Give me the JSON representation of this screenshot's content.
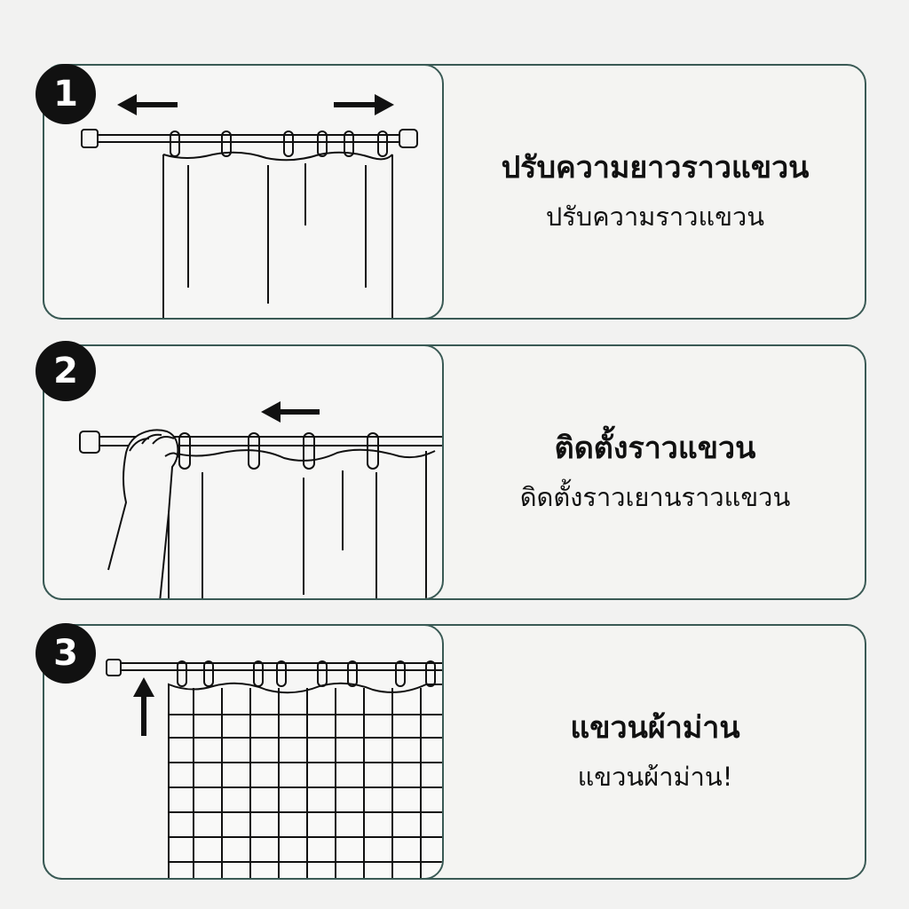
{
  "steps": [
    {
      "number": "1",
      "title": "ปรับความยาวราวแขวน",
      "subtitle": "ปรับความราวแขวน"
    },
    {
      "number": "2",
      "title": "ติดตั้งราวแขวน",
      "subtitle": "ดิดตั้งราวเยานราวแขวน"
    },
    {
      "number": "3",
      "title": "แขวนผ้าม่าน",
      "subtitle": "แขวนผ้าม่าน!"
    }
  ],
  "colors": {
    "border": "#3a5a55",
    "ink": "#111111",
    "background": "#f2f2f1"
  },
  "icons": [
    "left-arrow-icon",
    "right-arrow-icon",
    "up-arrow-icon",
    "hand-icon"
  ]
}
